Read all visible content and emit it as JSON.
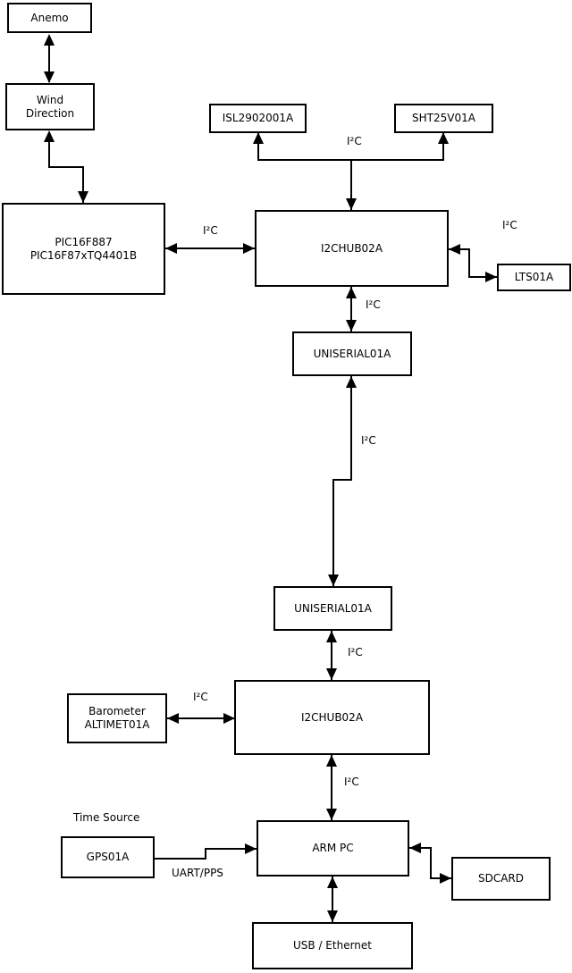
{
  "diagram": {
    "title_hint": "weather-station hardware block diagram",
    "colors": {
      "background": "#ffffff",
      "line": "#000000",
      "box_fill": "#ffffff",
      "text": "#000000"
    },
    "nodes": {
      "anemo": {
        "label": "Anemo"
      },
      "wind_direction": {
        "line1": "Wind",
        "line2": "Direction"
      },
      "pic": {
        "line1": "PIC16F887",
        "line2": "PIC16F87xTQ4401B"
      },
      "isl": {
        "label": "ISL2902001A"
      },
      "sht": {
        "label": "SHT25V01A"
      },
      "hub1": {
        "label": "I2CHUB02A"
      },
      "lts": {
        "label": "LTS01A"
      },
      "uniserial1": {
        "label": "UNISERIAL01A"
      },
      "uniserial2": {
        "label": "UNISERIAL01A"
      },
      "hub2": {
        "label": "I2CHUB02A"
      },
      "barometer": {
        "line1": "Barometer",
        "line2": "ALTIMET01A"
      },
      "gps": {
        "label": "GPS01A"
      },
      "arm_pc": {
        "label": "ARM PC"
      },
      "sdcard": {
        "label": "SDCARD"
      },
      "usb_ethernet": {
        "label": "USB / Ethernet"
      }
    },
    "labels": {
      "i2c": "I²C",
      "uart_pps": "UART/PPS",
      "time_source": "Time Source"
    }
  }
}
